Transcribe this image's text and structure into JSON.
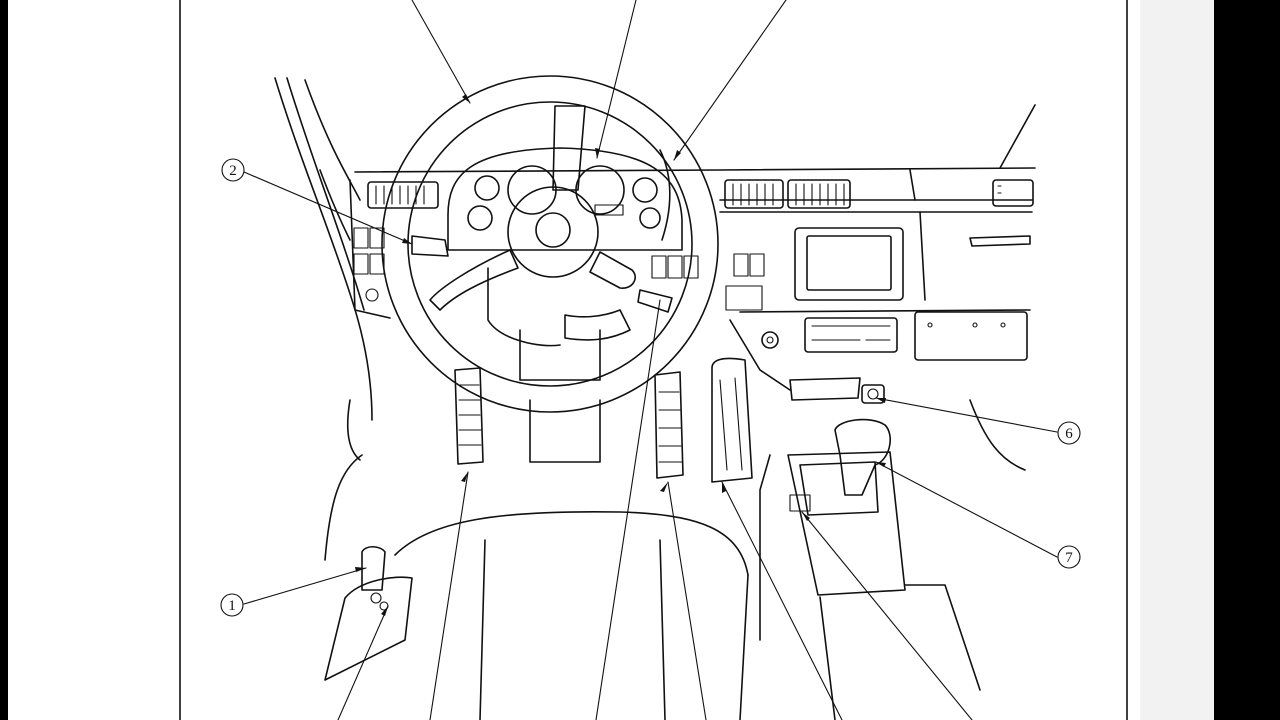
{
  "callouts": [
    {
      "id": "1",
      "label": "1"
    },
    {
      "id": "2",
      "label": "2"
    },
    {
      "id": "6",
      "label": "6"
    },
    {
      "id": "7",
      "label": "7"
    }
  ],
  "colors": {
    "ink": "#111111",
    "paper": "#ffffff",
    "background": "#000000"
  }
}
